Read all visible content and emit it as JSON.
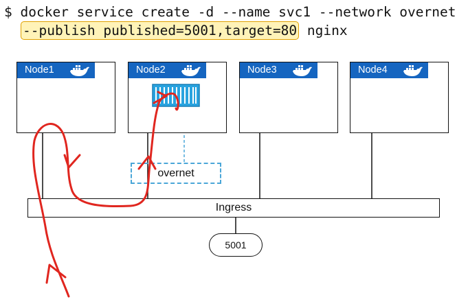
{
  "command": {
    "line1": "$ docker service create -d --name svc1 --network overnet \\",
    "publish_flag": "--publish published=5001,target=80",
    "line2_rest": " nginx"
  },
  "nodes": [
    {
      "label": "Node1"
    },
    {
      "label": "Node2"
    },
    {
      "label": "Node3"
    },
    {
      "label": "Node4"
    }
  ],
  "overlay_network": {
    "label": "overnet"
  },
  "ingress_network": {
    "label": "Ingress"
  },
  "published_port": {
    "label": "5001"
  },
  "colors": {
    "node_header": "#1565c0",
    "container": "#29a3df",
    "overnet_border": "#4aa6d8",
    "highlight": "#fff3b8",
    "traffic_path": "#e0261f"
  }
}
